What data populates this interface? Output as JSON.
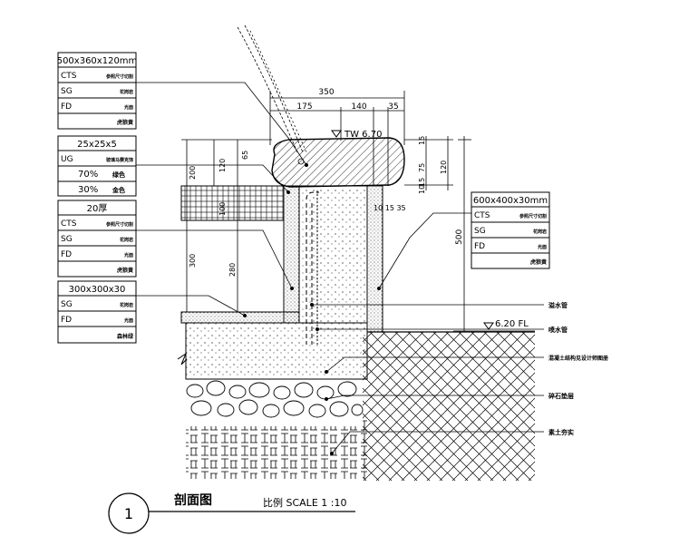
{
  "left_legends": [
    {
      "title": "500x360x120mm",
      "rows": [
        {
          "code": "CTS",
          "desc": "参照尺寸切割"
        },
        {
          "code": "SG",
          "desc": "花岗岩"
        },
        {
          "code": "FD",
          "desc": "光面"
        },
        {
          "code": "",
          "desc": "虎狼黄"
        }
      ]
    },
    {
      "title": "25x25x5",
      "rows": [
        {
          "code": "UG",
          "desc": "玻璃马赛克饰"
        },
        {
          "code": "70%",
          "desc": "绿色"
        },
        {
          "code": "30%",
          "desc": "金色"
        }
      ]
    },
    {
      "title": "20厚",
      "rows": [
        {
          "code": "CTS",
          "desc": "参照尺寸切割"
        },
        {
          "code": "SG",
          "desc": "花岗岩"
        },
        {
          "code": "FD",
          "desc": "光面"
        },
        {
          "code": "",
          "desc": "虎狼黄"
        }
      ]
    },
    {
      "title": "300x300x30",
      "rows": [
        {
          "code": "SG",
          "desc": "花岗岩"
        },
        {
          "code": "FD",
          "desc": "光面"
        },
        {
          "code": "",
          "desc": "森林绿"
        }
      ]
    }
  ],
  "right_legend": {
    "title": "600x400x30mm",
    "rows": [
      {
        "code": "CTS",
        "desc": "参照尺寸切割"
      },
      {
        "code": "SG",
        "desc": "花岗岩"
      },
      {
        "code": "FD",
        "desc": "光面"
      },
      {
        "code": "",
        "desc": "虎狼黄"
      }
    ]
  },
  "dimensions": {
    "top_350": "350",
    "top_175": "175",
    "top_140": "140",
    "top_35": "35",
    "right_15a": "15",
    "right_75": "75",
    "right_120": "120",
    "right_15b": "15",
    "right_10": "10",
    "right_15_35": "10 15 35",
    "right_500": "500",
    "left_65": "65",
    "left_120": "120",
    "left_200": "200",
    "left_100": "100",
    "left_300": "300",
    "left_280": "280"
  },
  "levels": {
    "tw": "TW 6.70",
    "fl": "6.20 FL"
  },
  "callouts": [
    "溢水管",
    "喷水管",
    "混凝土结构见设计师图册",
    "碎石垫层",
    "素土夯实"
  ],
  "footer": {
    "number": "1",
    "title": "剖面图",
    "scale": "比例 SCALE 1 :10"
  }
}
